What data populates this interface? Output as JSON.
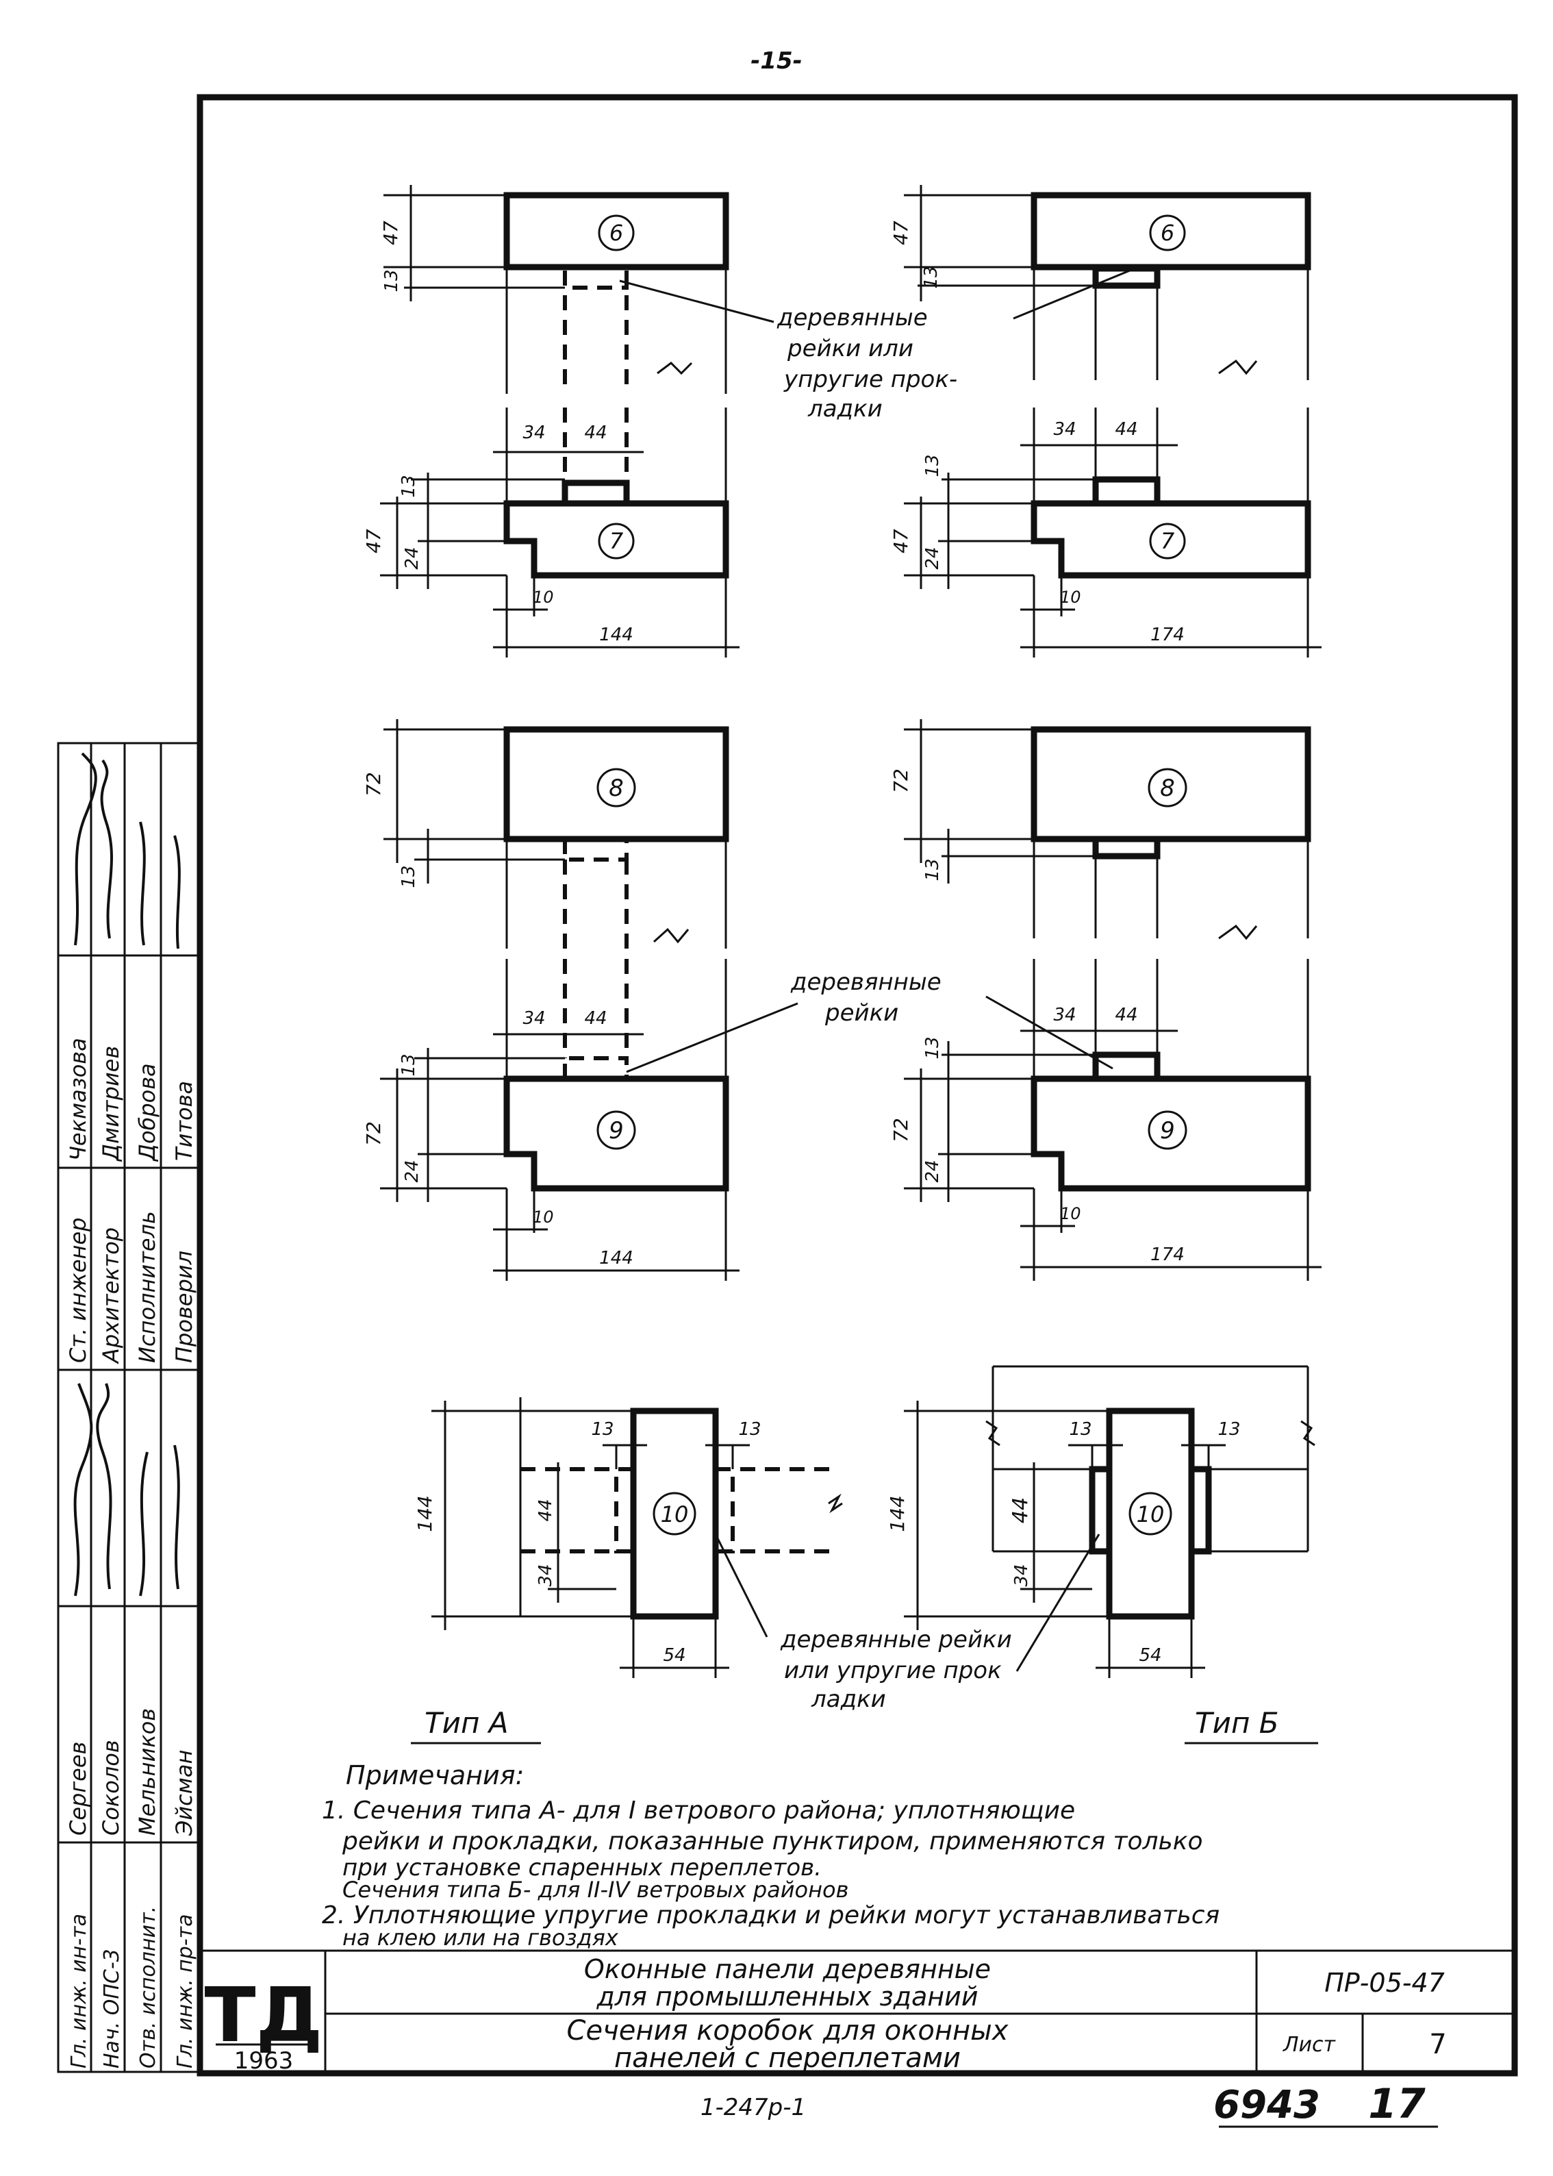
{
  "page_number": "-15-",
  "labels": {
    "wood_strips_or_gaskets": [
      "деревянные",
      "рейки или",
      "упругие прок-",
      "ладки"
    ],
    "wood_strips": [
      "деревянные",
      "рейки"
    ],
    "wood_strips_or_gaskets_bottom": [
      "деревянные рейки",
      "или упругие прок",
      "ладки"
    ],
    "type_a": "Тип А",
    "type_b": "Тип Б"
  },
  "details": {
    "d6": "6",
    "d7": "7",
    "d8": "8",
    "d9": "9",
    "d10": "10"
  },
  "dims": {
    "d47": "47",
    "d13": "13",
    "d34": "34",
    "d44": "44",
    "d24": "24",
    "d10": "10",
    "d144": "144",
    "d174": "174",
    "d72": "72",
    "d54": "54"
  },
  "notes": {
    "heading": "Примечания:",
    "note1_l1": "1. Сечения типа А- для I ветрового района; уплотняющие",
    "note1_l2": "рейки и прокладки, показанные пунктиром, применяются только",
    "note1_l3": "при установке спаренных переплетов.",
    "note1_l4": "Сечения типа Б- для II-IV ветровых районов",
    "note2_l1": "2. Уплотняющие упругие прокладки и рейки могут устанавливаться",
    "note2_l2": "на клею или на гвоздях"
  },
  "stamp": {
    "logo": "ТД",
    "year": "1963",
    "title_l1": "Оконные панели деревянные",
    "title_l2": "для промышленных зданий",
    "sub_l1": "Сечения коробок для оконных",
    "sub_l2": "панелей с переплетами",
    "code": "ПР-05-47",
    "sheet_label": "Лист",
    "sheet_no": "7",
    "series": "1-247р-1",
    "archive_no": "6943",
    "page_total": "17"
  },
  "signatures": {
    "roles": [
      "Гл. инж. ин-та",
      "Нач. ОПС-3",
      "Отв. исполнит.",
      "Гл. инж. пр-та"
    ],
    "names": [
      "Сергеев",
      "Соколов",
      "Мельников",
      "Эйсман"
    ],
    "roles2": [
      "Ст. инженер",
      "Архитектор",
      "Исполнитель",
      "Проверил"
    ],
    "names2": [
      "Чекмазова",
      "Дмитриев",
      "Доброва",
      "Титова"
    ]
  }
}
